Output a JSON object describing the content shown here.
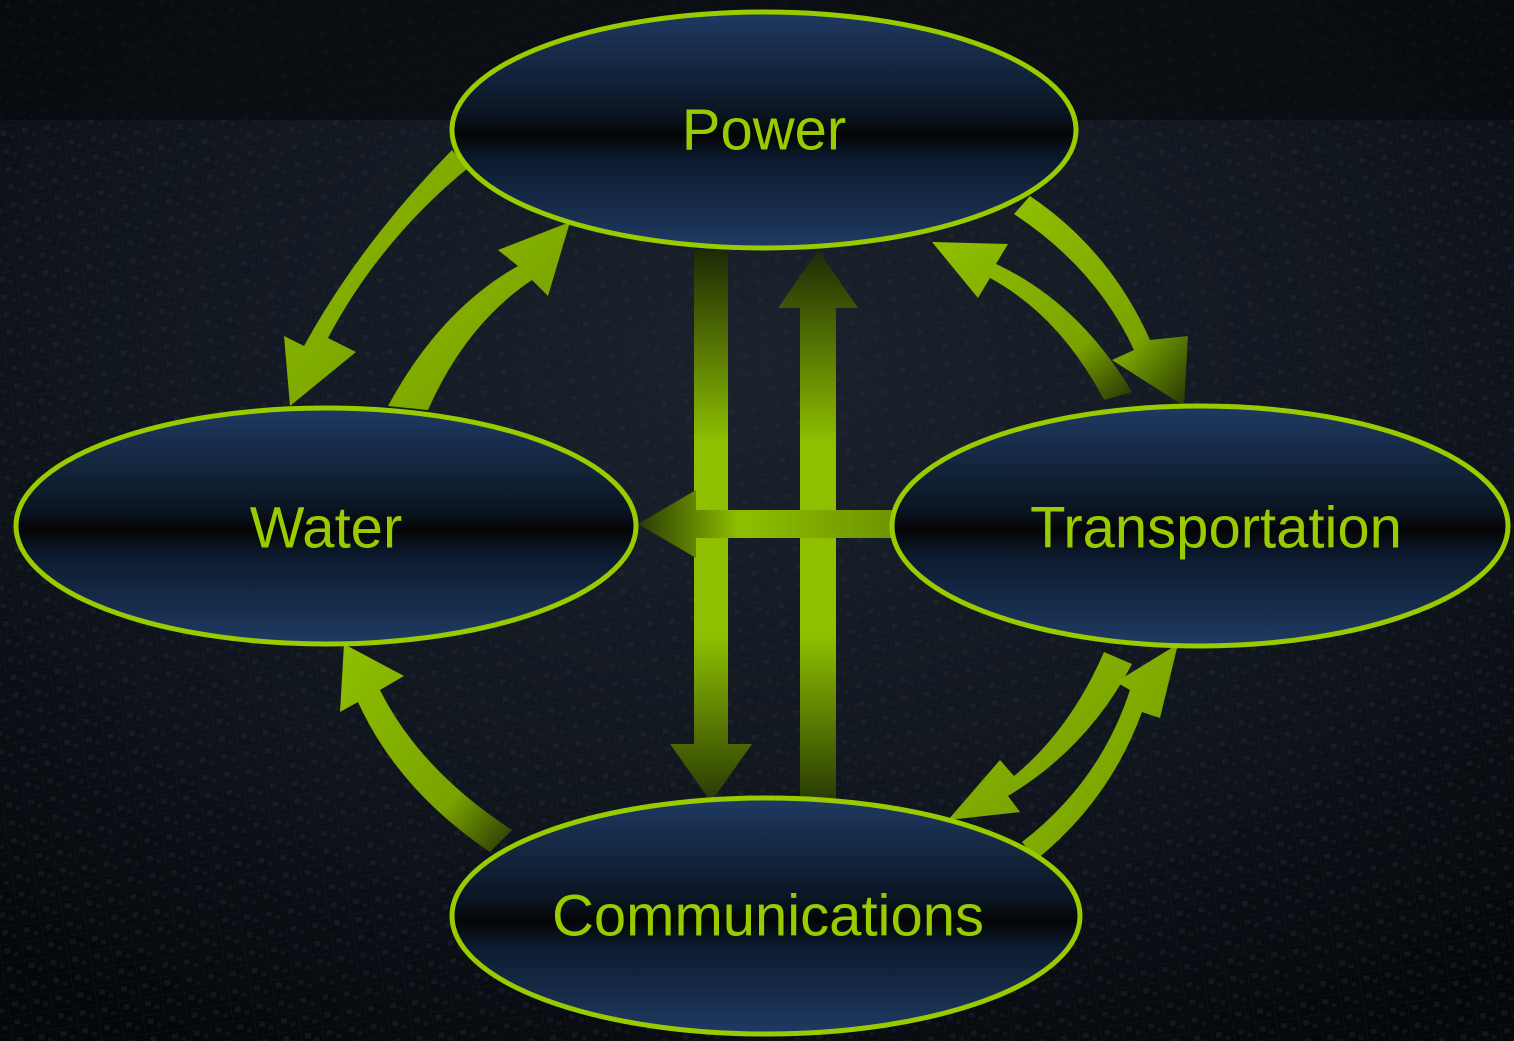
{
  "diagram": {
    "nodes": [
      {
        "id": "power",
        "label": "Power"
      },
      {
        "id": "water",
        "label": "Water"
      },
      {
        "id": "transportation",
        "label": "Transportation"
      },
      {
        "id": "communications",
        "label": "Communications"
      }
    ],
    "edges": [
      {
        "from": "power",
        "to": "water"
      },
      {
        "from": "water",
        "to": "power"
      },
      {
        "from": "power",
        "to": "transportation"
      },
      {
        "from": "transportation",
        "to": "power"
      },
      {
        "from": "power",
        "to": "communications"
      },
      {
        "from": "communications",
        "to": "power"
      },
      {
        "from": "transportation",
        "to": "water"
      },
      {
        "from": "communications",
        "to": "water"
      },
      {
        "from": "transportation",
        "to": "communications"
      },
      {
        "from": "communications",
        "to": "transportation"
      }
    ]
  },
  "colors": {
    "accent": "#99cc00",
    "label": "#99cc00",
    "node_fill_top": "#1f3a63",
    "node_fill_mid": "#050505",
    "node_fill_bottom": "#1f3a63",
    "background": "#0b0f16"
  }
}
